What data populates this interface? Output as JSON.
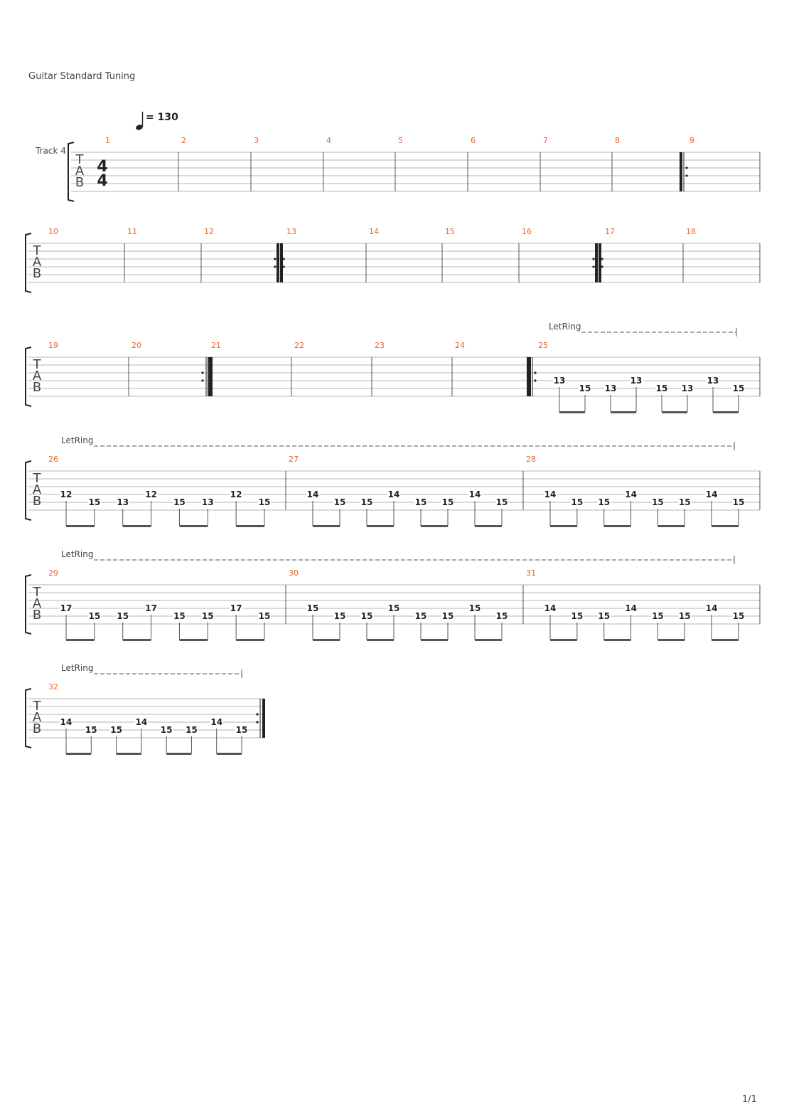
{
  "header": {
    "tuning": "Guitar Standard Tuning"
  },
  "tempo": {
    "prefix": "=",
    "value": "130"
  },
  "track": {
    "name": "Track 4"
  },
  "time_signature": {
    "top": "4",
    "bottom": "4"
  },
  "tab_letters": [
    "T",
    "A",
    "B"
  ],
  "let_ring_label": "LetRing",
  "page_number": "1/1",
  "colors": {
    "measure_number": "#e8642c",
    "staff_line": "#b5b5b5",
    "text": "#333333"
  },
  "systems": [
    {
      "has_track_name": true,
      "has_time_signature": true,
      "has_tempo": true,
      "measures": [
        {
          "number": "1",
          "notes": []
        },
        {
          "number": "2",
          "notes": []
        },
        {
          "number": "3",
          "notes": []
        },
        {
          "number": "4",
          "notes": []
        },
        {
          "number": "5",
          "notes": []
        },
        {
          "number": "6",
          "notes": []
        },
        {
          "number": "7",
          "notes": []
        },
        {
          "number": "8",
          "notes": []
        },
        {
          "number": "9",
          "notes": [],
          "repeat_start": true
        }
      ]
    },
    {
      "measures": [
        {
          "number": "10",
          "notes": []
        },
        {
          "number": "11",
          "notes": []
        },
        {
          "number": "12",
          "notes": [],
          "repeat_end": true
        },
        {
          "number": "13",
          "notes": [],
          "repeat_start": true
        },
        {
          "number": "14",
          "notes": []
        },
        {
          "number": "15",
          "notes": []
        },
        {
          "number": "16",
          "notes": [],
          "repeat_end": true
        },
        {
          "number": "17",
          "notes": [],
          "repeat_start": true
        },
        {
          "number": "18",
          "notes": []
        }
      ]
    },
    {
      "let_ring": {
        "from_measure": 6,
        "to_measure": 6
      },
      "measures": [
        {
          "number": "19",
          "notes": []
        },
        {
          "number": "20",
          "notes": [],
          "repeat_end": true
        },
        {
          "number": "21",
          "notes": [],
          "repeat_start_simple": true
        },
        {
          "number": "22",
          "notes": []
        },
        {
          "number": "23",
          "notes": []
        },
        {
          "number": "24",
          "notes": [],
          "final_double": true
        },
        {
          "number": "25",
          "repeat_start": true,
          "notes": [
            {
              "fret": "13",
              "string": 4
            },
            {
              "fret": "15",
              "string": 5
            },
            {
              "fret": "13",
              "string": 5
            },
            {
              "fret": "13",
              "string": 4
            },
            {
              "fret": "15",
              "string": 5
            },
            {
              "fret": "13",
              "string": 5
            },
            {
              "fret": "13",
              "string": 4
            },
            {
              "fret": "15",
              "string": 5
            }
          ]
        }
      ]
    },
    {
      "let_ring": {
        "from_measure": 0,
        "to_measure": 2
      },
      "measures": [
        {
          "number": "26",
          "notes": [
            {
              "fret": "12",
              "string": 4
            },
            {
              "fret": "15",
              "string": 5
            },
            {
              "fret": "13",
              "string": 5
            },
            {
              "fret": "12",
              "string": 4
            },
            {
              "fret": "15",
              "string": 5
            },
            {
              "fret": "13",
              "string": 5
            },
            {
              "fret": "12",
              "string": 4
            },
            {
              "fret": "15",
              "string": 5
            }
          ]
        },
        {
          "number": "27",
          "notes": [
            {
              "fret": "14",
              "string": 4
            },
            {
              "fret": "15",
              "string": 5
            },
            {
              "fret": "15",
              "string": 5
            },
            {
              "fret": "14",
              "string": 4
            },
            {
              "fret": "15",
              "string": 5
            },
            {
              "fret": "15",
              "string": 5
            },
            {
              "fret": "14",
              "string": 4
            },
            {
              "fret": "15",
              "string": 5
            }
          ]
        },
        {
          "number": "28",
          "notes": [
            {
              "fret": "14",
              "string": 4
            },
            {
              "fret": "15",
              "string": 5
            },
            {
              "fret": "15",
              "string": 5
            },
            {
              "fret": "14",
              "string": 4
            },
            {
              "fret": "15",
              "string": 5
            },
            {
              "fret": "15",
              "string": 5
            },
            {
              "fret": "14",
              "string": 4
            },
            {
              "fret": "15",
              "string": 5
            }
          ]
        }
      ]
    },
    {
      "let_ring": {
        "from_measure": 0,
        "to_measure": 2
      },
      "measures": [
        {
          "number": "29",
          "notes": [
            {
              "fret": "17",
              "string": 4
            },
            {
              "fret": "15",
              "string": 5
            },
            {
              "fret": "15",
              "string": 5
            },
            {
              "fret": "17",
              "string": 4
            },
            {
              "fret": "15",
              "string": 5
            },
            {
              "fret": "15",
              "string": 5
            },
            {
              "fret": "17",
              "string": 4
            },
            {
              "fret": "15",
              "string": 5
            }
          ]
        },
        {
          "number": "30",
          "notes": [
            {
              "fret": "15",
              "string": 4
            },
            {
              "fret": "15",
              "string": 5
            },
            {
              "fret": "15",
              "string": 5
            },
            {
              "fret": "15",
              "string": 4
            },
            {
              "fret": "15",
              "string": 5
            },
            {
              "fret": "15",
              "string": 5
            },
            {
              "fret": "15",
              "string": 4
            },
            {
              "fret": "15",
              "string": 5
            }
          ]
        },
        {
          "number": "31",
          "notes": [
            {
              "fret": "14",
              "string": 4
            },
            {
              "fret": "15",
              "string": 5
            },
            {
              "fret": "15",
              "string": 5
            },
            {
              "fret": "14",
              "string": 4
            },
            {
              "fret": "15",
              "string": 5
            },
            {
              "fret": "15",
              "string": 5
            },
            {
              "fret": "14",
              "string": 4
            },
            {
              "fret": "15",
              "string": 5
            }
          ]
        }
      ]
    },
    {
      "let_ring": {
        "from_measure": 0,
        "to_measure": 0
      },
      "measures": [
        {
          "number": "32",
          "repeat_end_final": true,
          "notes": [
            {
              "fret": "14",
              "string": 4
            },
            {
              "fret": "15",
              "string": 5
            },
            {
              "fret": "15",
              "string": 5
            },
            {
              "fret": "14",
              "string": 4
            },
            {
              "fret": "15",
              "string": 5
            },
            {
              "fret": "15",
              "string": 5
            },
            {
              "fret": "14",
              "string": 4
            },
            {
              "fret": "15",
              "string": 5
            }
          ]
        }
      ]
    }
  ]
}
